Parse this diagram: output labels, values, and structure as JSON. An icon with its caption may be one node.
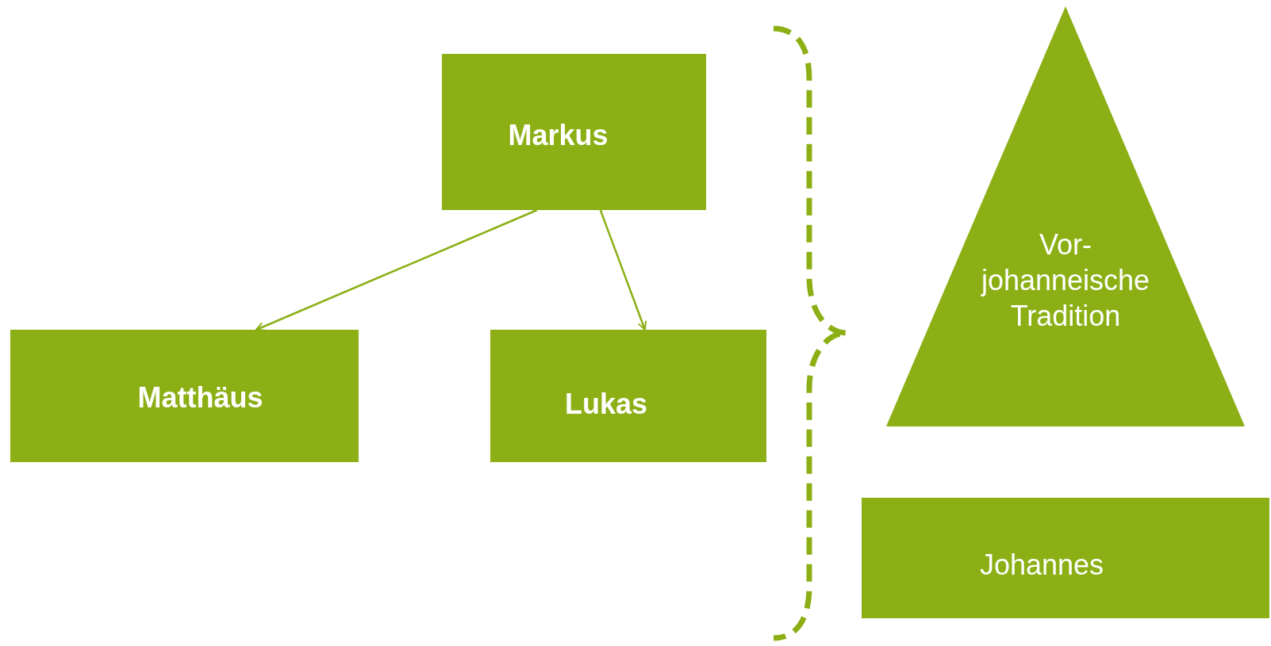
{
  "diagram": {
    "nodes": [
      {
        "text": [
          "Markus"
        ]
      },
      {
        "text": [
          "Matthäus"
        ]
      },
      {
        "text": [
          "Lukas"
        ]
      },
      {
        "text": [
          "Vor- johanneische Tradition"
        ]
      },
      {
        "text": [
          "Johannes"
        ]
      }
    ],
    "edges": [
      {
        "from": 0,
        "to": 1,
        "arrow": "to"
      },
      {
        "from": 0,
        "to": 2,
        "arrow": "to"
      }
    ]
  }
}
